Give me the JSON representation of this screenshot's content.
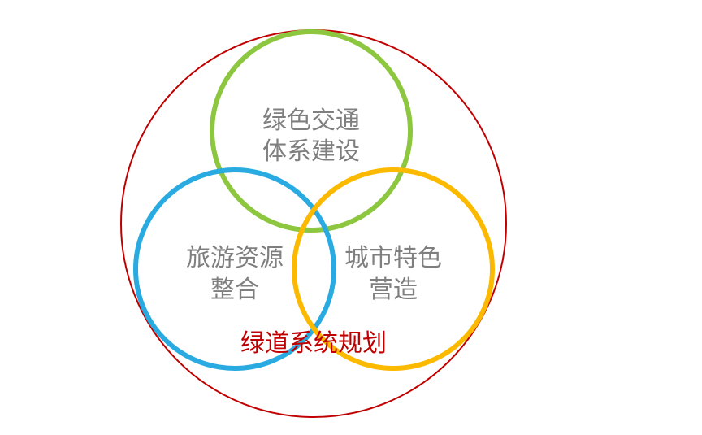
{
  "colors": {
    "outer": "#c00000",
    "green": "#8dc63f",
    "blue": "#29abe2",
    "yellow": "#fbba00",
    "label_text": "#7f7f7f"
  },
  "outer_label": "绿道系统规划",
  "circles": {
    "green": {
      "line1": "绿色交通",
      "line2": "体系建设"
    },
    "blue": {
      "line1": "旅游资源",
      "line2": "整合"
    },
    "yellow": {
      "line1": "城市特色",
      "line2": "营造"
    }
  }
}
